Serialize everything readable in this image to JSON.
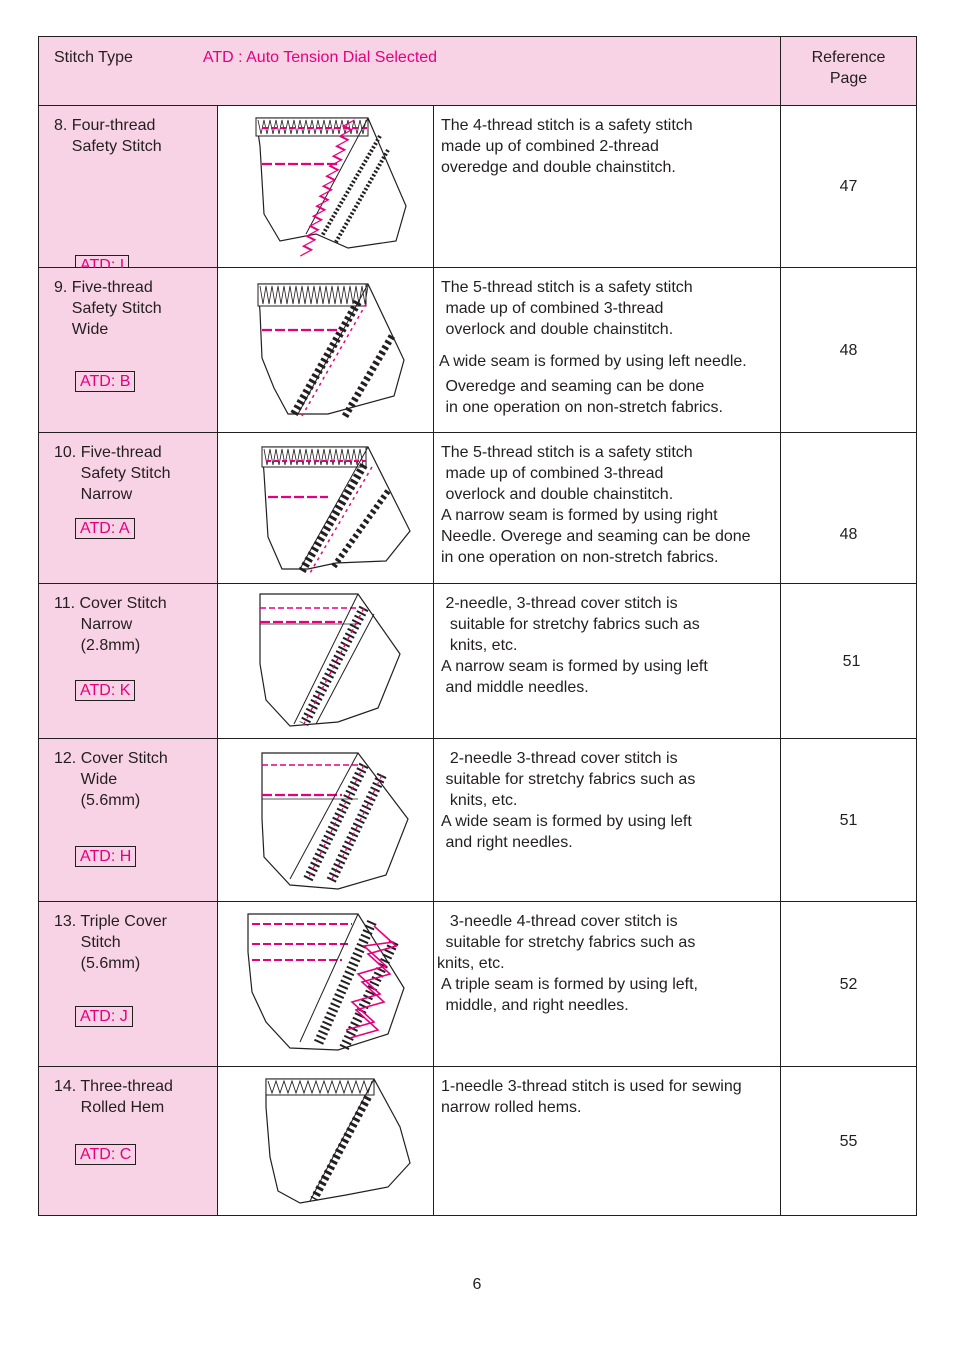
{
  "header": {
    "stitch_type": "Stitch Type",
    "atd_note": "ATD : Auto Tension Dial Selected",
    "reference": [
      "Reference",
      "Page"
    ]
  },
  "accent_color": "#e6007e",
  "row_color": "#f8d2e5",
  "rows": [
    {
      "name": [
        "8. Four-thread",
        "    Safety Stitch"
      ],
      "atd": "ATD: I",
      "description": [
        "The 4-thread stitch is a safety stitch",
        "made up of combined 2-thread",
        "overedge and double chainstitch."
      ],
      "page": "47"
    },
    {
      "name": [
        "9. Five-thread",
        "    Safety Stitch",
        "    Wide"
      ],
      "atd": "ATD: B",
      "description": [
        "The 5-thread stitch is a safety stitch",
        " made up of combined 3-thread",
        " overlock and double chainstitch.",
        "",
        "A wide seam is formed by using left needle.",
        " Overedge and seaming can be done",
        " in one operation on non-stretch fabrics."
      ],
      "page": "48"
    },
    {
      "name": [
        "10. Five-thread",
        "      Safety Stitch",
        "      Narrow"
      ],
      "atd": "ATD: A",
      "description": [
        "The 5-thread stitch is a safety stitch",
        " made up of combined 3-thread",
        " overlock and double chainstitch.",
        "A narrow seam is formed by using right",
        "Needle. Overege and seaming can be done",
        "in one operation on non-stretch fabrics."
      ],
      "page": "48"
    },
    {
      "name": [
        "11. Cover Stitch",
        "      Narrow",
        "      (2.8mm)"
      ],
      "atd": "ATD: K",
      "description": [
        " 2-needle, 3-thread cover stitch is",
        "  suitable for stretchy fabrics such as",
        "  knits, etc.",
        "",
        "A narrow seam is formed by using left",
        " and middle needles."
      ],
      "page": "51"
    },
    {
      "name": [
        "12. Cover Stitch",
        "      Wide",
        "      (5.6mm)"
      ],
      "atd": "ATD: H",
      "description": [
        "  2-needle 3-thread cover stitch is",
        " suitable for stretchy fabrics such as",
        "  knits, etc.",
        "",
        "A wide seam is formed by using left",
        " and right needles."
      ],
      "page": "51"
    },
    {
      "name": [
        "13. Triple Cover",
        "      Stitch",
        "      (5.6mm)"
      ],
      "atd": "ATD: J",
      "description": [
        "  3-needle 4-thread cover stitch is",
        " suitable for stretchy fabrics such as",
        "knits, etc.",
        "",
        "A triple seam is formed by using left,",
        " middle, and right needles."
      ],
      "page": "52"
    },
    {
      "name": [
        "14. Three-thread",
        "      Rolled Hem"
      ],
      "atd": "ATD: C",
      "description": [
        "1-needle 3-thread stitch is used for sewing",
        "narrow rolled hems."
      ],
      "page": "55"
    }
  ],
  "page_number": "6"
}
